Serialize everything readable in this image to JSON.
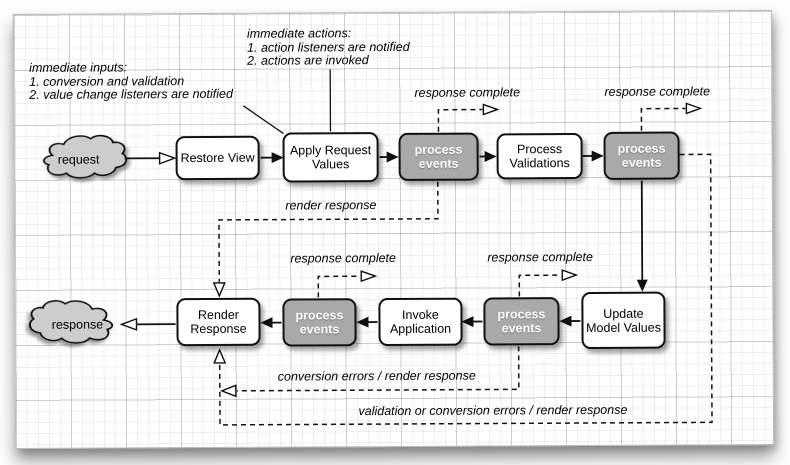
{
  "colors": {
    "ink": "#111111",
    "box_gray": "#a9a9a9",
    "cloud_gray": "#cdcdcd",
    "page_bg": "#ffffff"
  },
  "clouds": {
    "request": "request",
    "response": "response"
  },
  "boxes": {
    "restore_view": "Restore View",
    "apply_request_values": "Apply Request Values",
    "process_events": "process events",
    "process_validations": "Process Validations",
    "update_model_values": "Update Model Values",
    "invoke_application": "Invoke Application",
    "render_response": "Render Response"
  },
  "annotations": {
    "immediate_inputs": {
      "title": "immediate inputs:",
      "item1": "1. conversion and validation",
      "item2": "2. value change listeners are notified"
    },
    "immediate_actions": {
      "title": "immediate actions:",
      "item1": "1. action listeners are notified",
      "item2": "2. actions are invoked"
    }
  },
  "edge_labels": {
    "response_complete": "response complete",
    "render_response": "render response",
    "conversion_errors": "conversion errors / render response",
    "validation_errors": "validation or conversion errors / render response"
  }
}
